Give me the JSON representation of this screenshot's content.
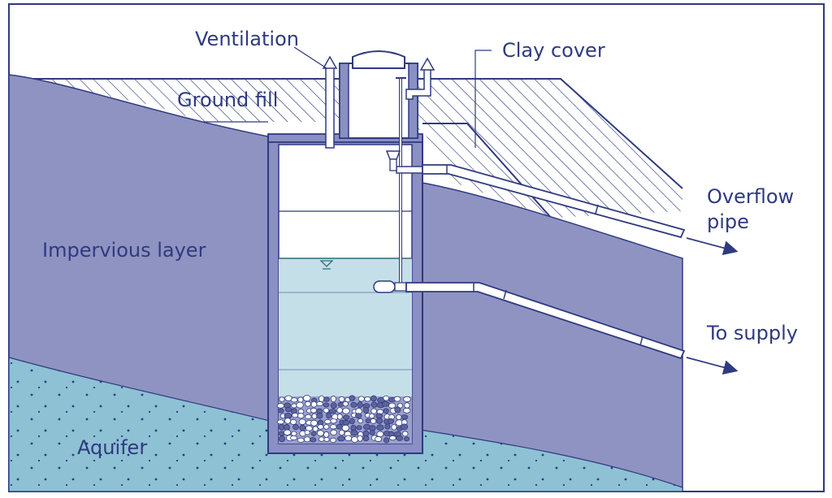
{
  "labels": {
    "ventilation": "Ventilation",
    "clay_cover": "Clay cover",
    "ground_fill": "Ground fill",
    "overflow_line1": "Overflow",
    "overflow_line2": "pipe",
    "impervious": "Impervious layer",
    "to_supply": "To supply",
    "aquifer": "Aquifer"
  },
  "colors": {
    "impervious": "#8f93c2",
    "aquifer": "#8dc1d3",
    "water": "#c5dfe8",
    "wall": "#8a8fc4",
    "outline": "#2f3a80",
    "gravel": "#6a6fa6",
    "pipe": "#ffffff"
  },
  "icons": {
    "water_level": "water-level-icon",
    "arrow": "arrow-right-icon"
  }
}
